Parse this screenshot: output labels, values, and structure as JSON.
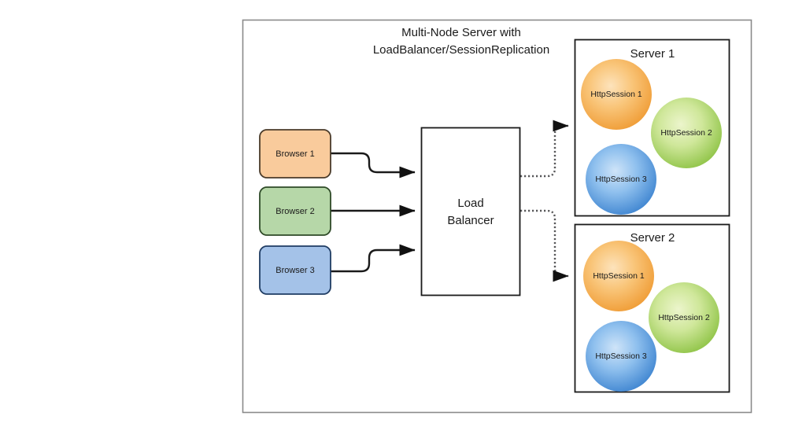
{
  "diagram": {
    "title_line1": "Multi-Node Server with",
    "title_line2": "LoadBalancer/SessionReplication",
    "browsers": [
      {
        "label": "Browser 1",
        "fill": "#f9cb9c",
        "stroke": "#4a3b2a"
      },
      {
        "label": "Browser 2",
        "fill": "#b6d7a8",
        "stroke": "#2e4a27"
      },
      {
        "label": "Browser 3",
        "fill": "#a4c2e8",
        "stroke": "#1f3c63"
      }
    ],
    "load_balancer": {
      "label_line1": "Load",
      "label_line2": "Balancer",
      "fill": "#ffffff",
      "stroke": "#1a1a1a"
    },
    "servers": [
      {
        "title": "Server 1",
        "sessions": [
          {
            "label": "HttpSession 1",
            "color_center": "#fcdcab",
            "color_edge": "#f0a03c"
          },
          {
            "label": "HttpSession 2",
            "color_center": "#e4f0b8",
            "color_edge": "#8fc44a"
          },
          {
            "label": "HttpSession 3",
            "color_center": "#b9d8f4",
            "color_edge": "#3d85d0"
          }
        ]
      },
      {
        "title": "Server 2",
        "sessions": [
          {
            "label": "HttpSession 1",
            "color_center": "#fcdcab",
            "color_edge": "#f0a03c"
          },
          {
            "label": "HttpSession 2",
            "color_center": "#e4f0b8",
            "color_edge": "#8fc44a"
          },
          {
            "label": "HttpSession 3",
            "color_center": "#b9d8f4",
            "color_edge": "#3d85d0"
          }
        ]
      }
    ],
    "connectors": {
      "browser_to_lb_style": "solid-arrow",
      "lb_to_server_style": "dotted-arrow"
    },
    "frame_border_color": "#8a8a8a",
    "background": "#ffffff"
  }
}
